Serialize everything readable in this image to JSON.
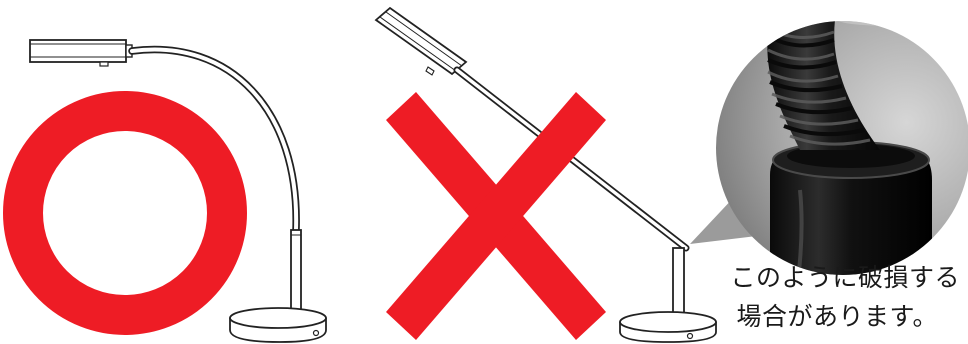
{
  "figure": {
    "good_mark": {
      "symbol": "circle",
      "color": "#ee1c25",
      "meaning": "correct-usage"
    },
    "bad_mark": {
      "symbol": "cross",
      "color": "#ee1c25",
      "meaning": "incorrect-usage"
    },
    "photo_subject": "damaged-flexible-neck",
    "caption": {
      "line1": "このように破損する",
      "line2": "場合があります。"
    }
  }
}
